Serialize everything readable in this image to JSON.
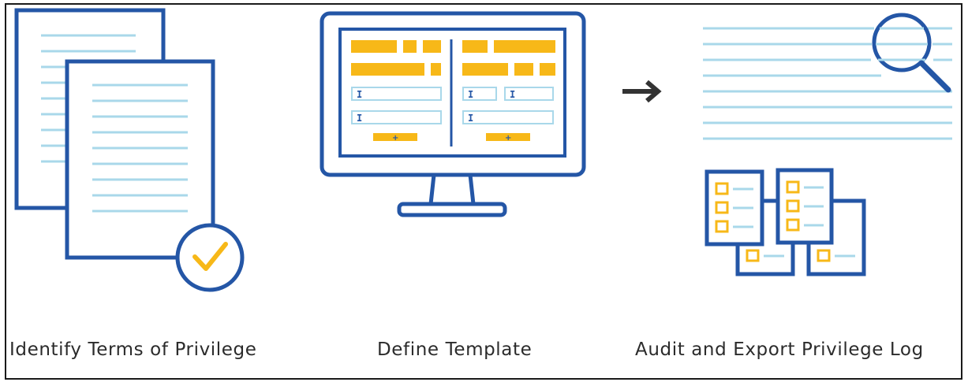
{
  "steps": [
    {
      "label": "Identify Terms of Privilege",
      "icon": "documents-check-icon"
    },
    {
      "label": "Define Template",
      "icon": "monitor-template-icon"
    },
    {
      "label": "Audit and Export Privilege Log",
      "icon": "audit-log-icon"
    }
  ],
  "colors": {
    "blue": "#2456a6",
    "light_blue": "#a9d8ea",
    "yellow": "#f7b818",
    "arrow": "#333333",
    "text": "#2b2b2b"
  }
}
